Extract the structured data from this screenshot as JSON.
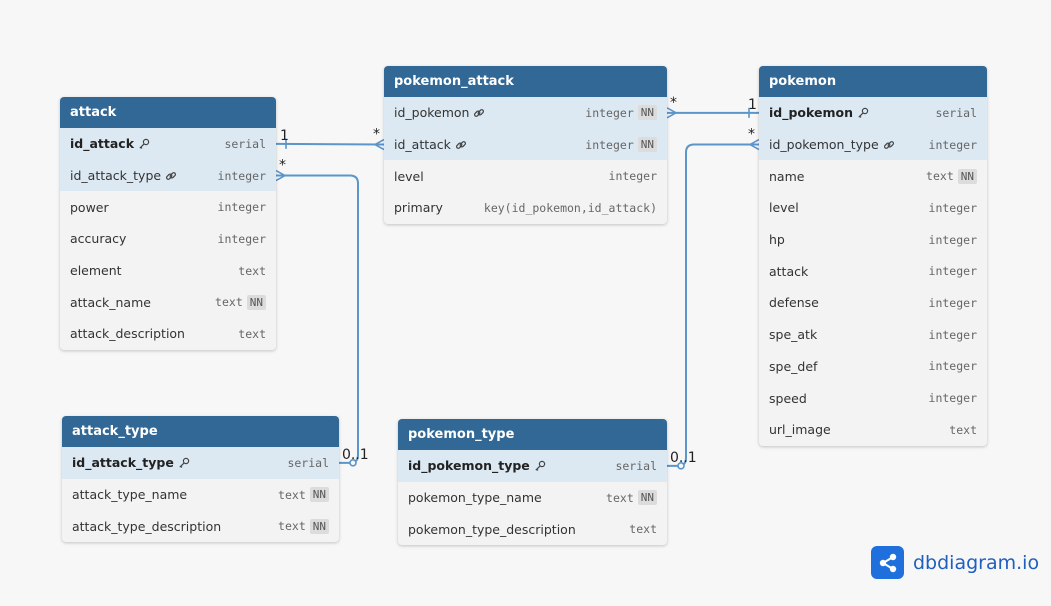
{
  "tables": [
    {
      "id": "attack",
      "name": "attack",
      "fields": [
        {
          "name": "id_attack",
          "type": "serial",
          "pk": true
        },
        {
          "name": "id_attack_type",
          "type": "integer",
          "fk": true
        },
        {
          "name": "power",
          "type": "integer"
        },
        {
          "name": "accuracy",
          "type": "integer"
        },
        {
          "name": "element",
          "type": "text"
        },
        {
          "name": "attack_name",
          "type": "text",
          "nn": true
        },
        {
          "name": "attack_description",
          "type": "text"
        }
      ]
    },
    {
      "id": "pokemon_attack",
      "name": "pokemon_attack",
      "fields": [
        {
          "name": "id_pokemon",
          "type": "integer",
          "fk": true,
          "nn": true
        },
        {
          "name": "id_attack",
          "type": "integer",
          "fk": true,
          "nn": true
        },
        {
          "name": "level",
          "type": "integer"
        },
        {
          "name": "primary",
          "type": "key(id_pokemon,id_attack)"
        }
      ]
    },
    {
      "id": "pokemon",
      "name": "pokemon",
      "fields": [
        {
          "name": "id_pokemon",
          "type": "serial",
          "pk": true
        },
        {
          "name": "id_pokemon_type",
          "type": "integer",
          "fk": true
        },
        {
          "name": "name",
          "type": "text",
          "nn": true
        },
        {
          "name": "level",
          "type": "integer"
        },
        {
          "name": "hp",
          "type": "integer"
        },
        {
          "name": "attack",
          "type": "integer"
        },
        {
          "name": "defense",
          "type": "integer"
        },
        {
          "name": "spe_atk",
          "type": "integer"
        },
        {
          "name": "spe_def",
          "type": "integer"
        },
        {
          "name": "speed",
          "type": "integer"
        },
        {
          "name": "url_image",
          "type": "text"
        }
      ]
    },
    {
      "id": "attack_type",
      "name": "attack_type",
      "fields": [
        {
          "name": "id_attack_type",
          "type": "serial",
          "pk": true
        },
        {
          "name": "attack_type_name",
          "type": "text",
          "nn": true
        },
        {
          "name": "attack_type_description",
          "type": "text",
          "nn": true
        }
      ]
    },
    {
      "id": "pokemon_type",
      "name": "pokemon_type",
      "fields": [
        {
          "name": "id_pokemon_type",
          "type": "serial",
          "pk": true
        },
        {
          "name": "pokemon_type_name",
          "type": "text",
          "nn": true
        },
        {
          "name": "pokemon_type_description",
          "type": "text"
        }
      ]
    }
  ],
  "relationships": [
    {
      "from": "attack.id_attack",
      "to": "pokemon_attack.id_attack",
      "from_card": "1",
      "to_card": "*"
    },
    {
      "from": "pokemon.id_pokemon",
      "to": "pokemon_attack.id_pokemon",
      "from_card": "1",
      "to_card": "*"
    },
    {
      "from": "attack_type.id_attack_type",
      "to": "attack.id_attack_type",
      "from_card": "0..1",
      "to_card": "*"
    },
    {
      "from": "pokemon_type.id_pokemon_type",
      "to": "pokemon.id_pokemon_type",
      "from_card": "0..1",
      "to_card": "*"
    }
  ],
  "nn_label": "NN",
  "brand": {
    "name": "dbdiagram.io",
    "color": "#1f6fdc"
  },
  "colors": {
    "header": "#316896",
    "highlight_row": "#dce9f3",
    "link": "#5b95c9"
  }
}
